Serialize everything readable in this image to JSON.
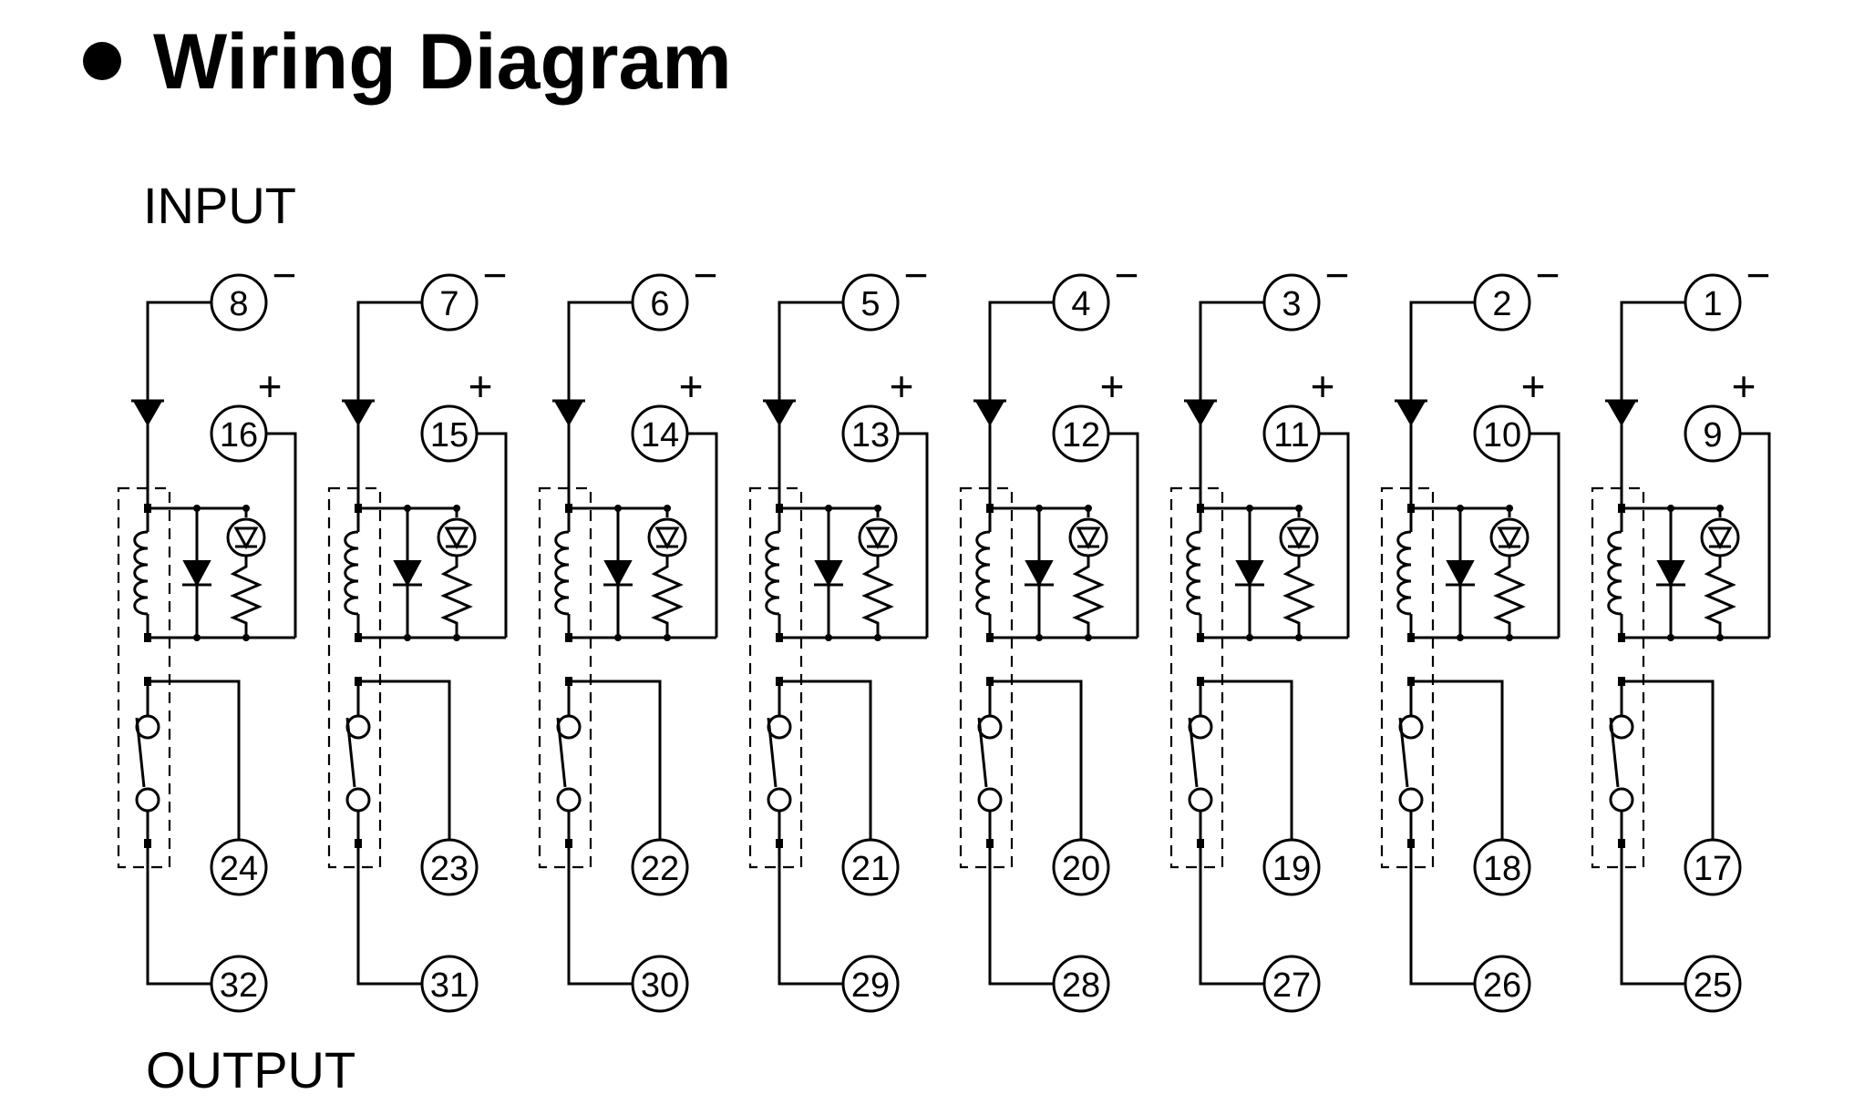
{
  "title": "Wiring Diagram",
  "input_label": "INPUT",
  "output_label": "OUTPUT",
  "minus_sign": "−",
  "plus_sign": "+",
  "channels": [
    {
      "input_minus": "8",
      "input_plus": "16",
      "output_a": "24",
      "output_b": "32"
    },
    {
      "input_minus": "7",
      "input_plus": "15",
      "output_a": "23",
      "output_b": "31"
    },
    {
      "input_minus": "6",
      "input_plus": "14",
      "output_a": "22",
      "output_b": "30"
    },
    {
      "input_minus": "5",
      "input_plus": "13",
      "output_a": "21",
      "output_b": "29"
    },
    {
      "input_minus": "4",
      "input_plus": "12",
      "output_a": "20",
      "output_b": "28"
    },
    {
      "input_minus": "3",
      "input_plus": "11",
      "output_a": "19",
      "output_b": "27"
    },
    {
      "input_minus": "2",
      "input_plus": "10",
      "output_a": "18",
      "output_b": "26"
    },
    {
      "input_minus": "1",
      "input_plus": "9",
      "output_a": "17",
      "output_b": "25"
    }
  ]
}
